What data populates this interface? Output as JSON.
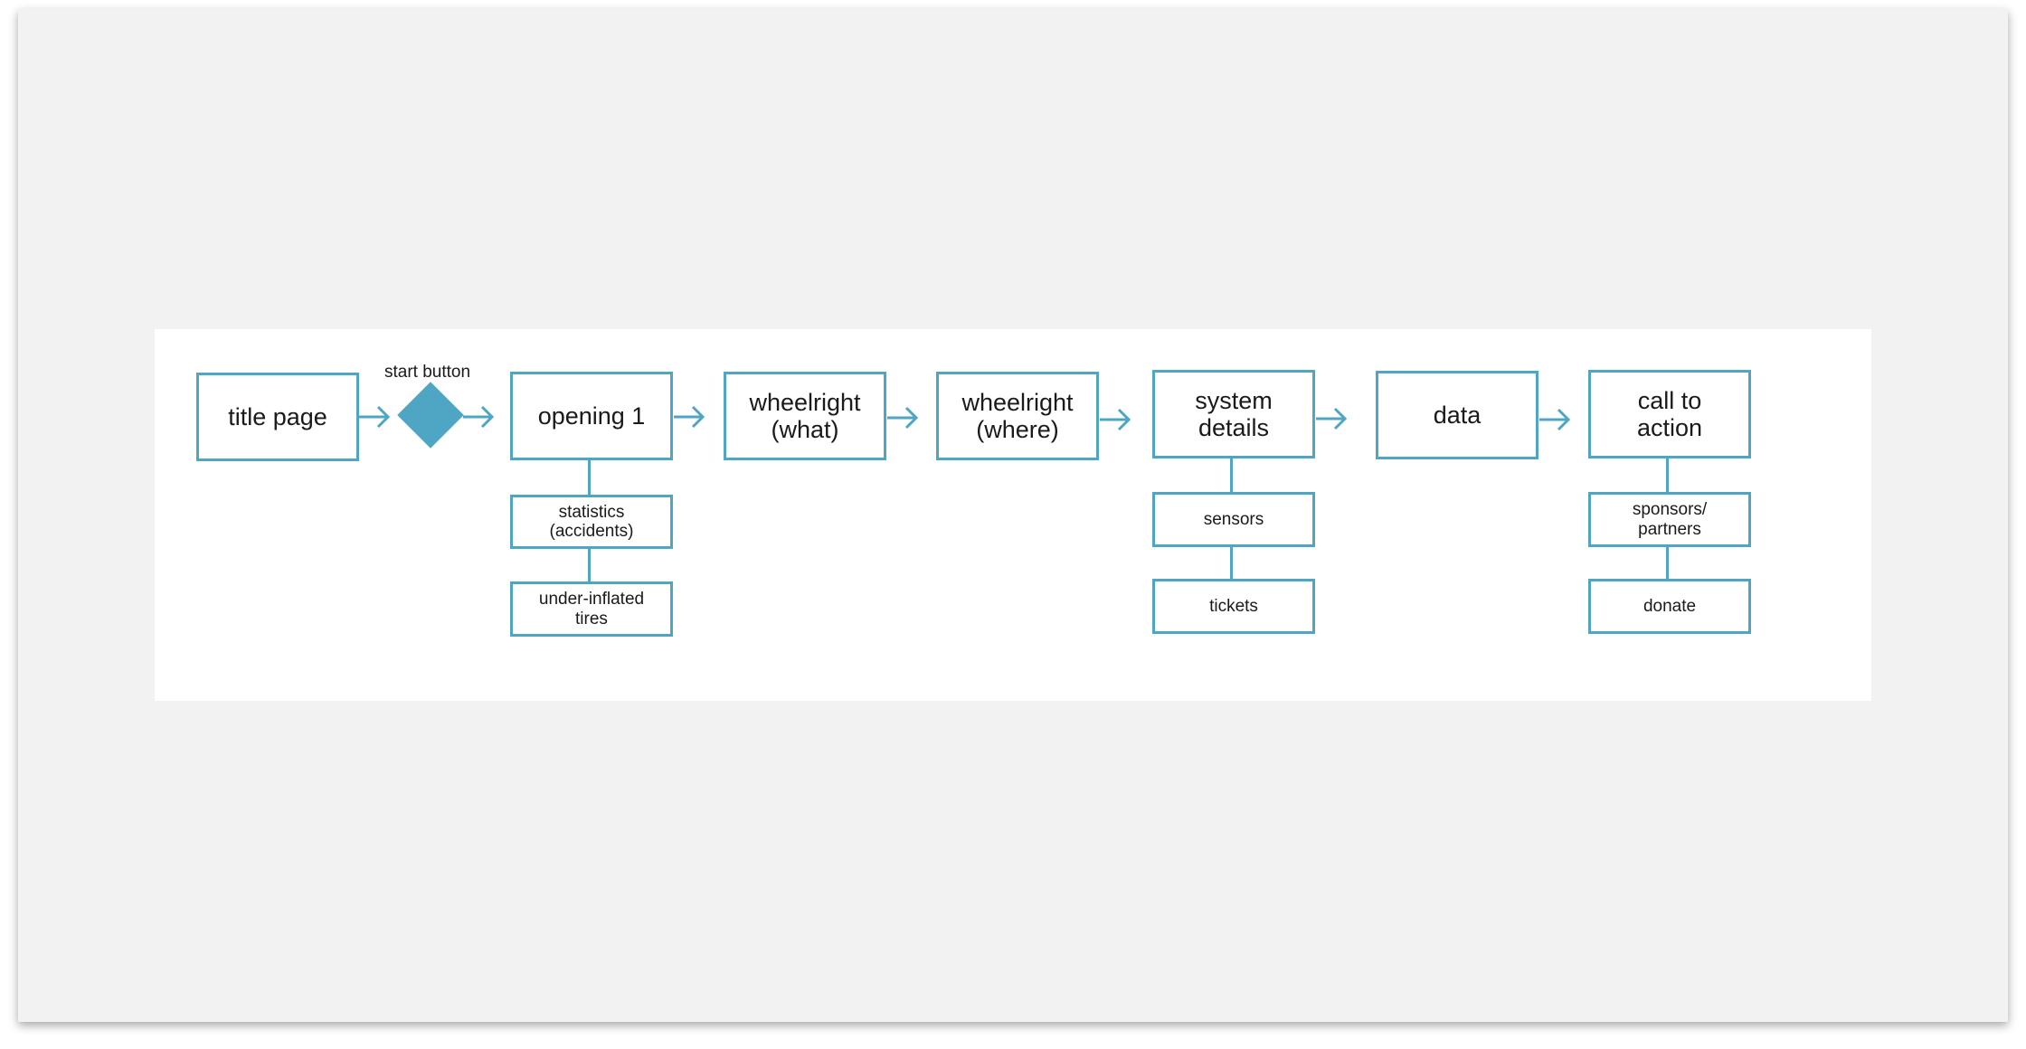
{
  "nodes": {
    "title_page": "title page",
    "start_button": "start button",
    "opening_1": "opening 1",
    "wheelright_what": "wheelright\n(what)",
    "wheelright_where": "wheelright\n(where)",
    "system_details": "system\ndetails",
    "data": "data",
    "call_to_action": "call to\naction",
    "statistics": "statistics\n(accidents)",
    "under_inflated": "under-inflated\ntires",
    "sensors": "sensors",
    "tickets": "tickets",
    "sponsors": "sponsors/\npartners",
    "donate": "donate"
  },
  "colors": {
    "accent": "#4ea6c4",
    "background": "#f2f2f2",
    "panel": "#ffffff"
  }
}
